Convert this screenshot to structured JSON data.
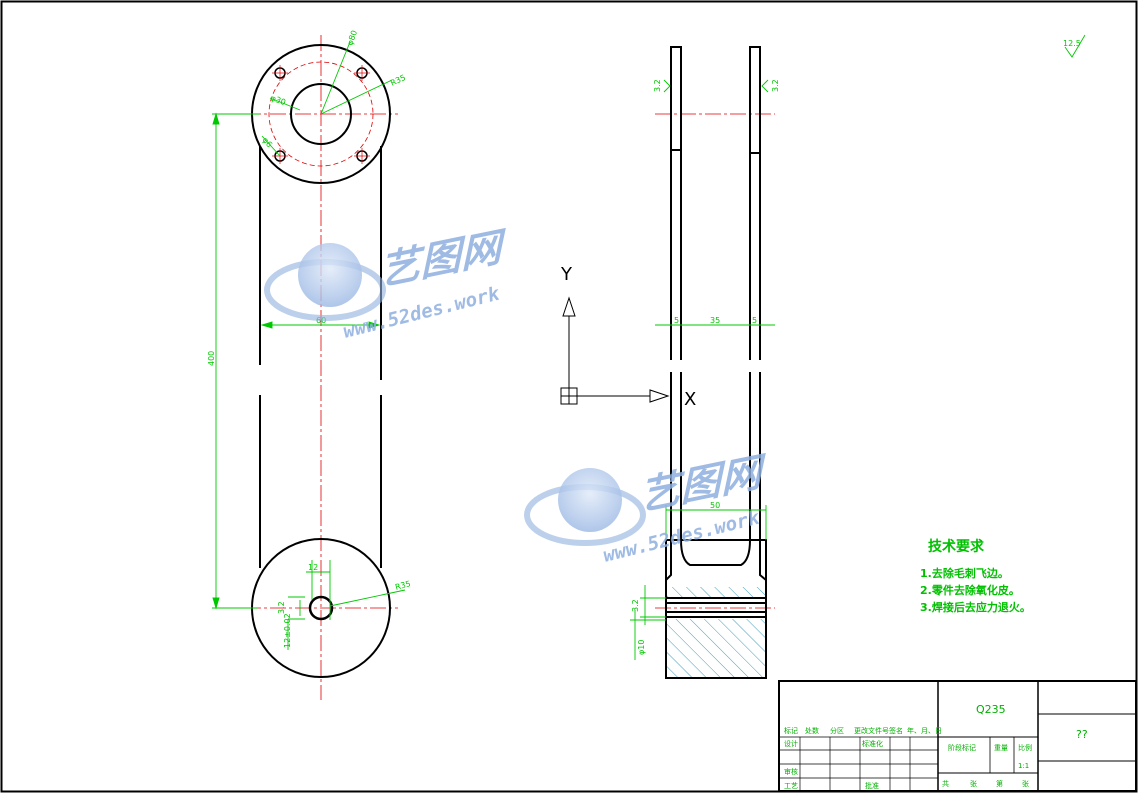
{
  "drawing": {
    "material": "Q235",
    "drawing_no": "??",
    "scale": "1:1"
  },
  "tech_requirements": {
    "title": "技术要求",
    "items": [
      "1.去除毛刺飞边。",
      "2.零件去除氧化皮。",
      "3.焊接后去应力退火。"
    ]
  },
  "dimensions": {
    "top_bolt_circle": "φ80",
    "top_radius": "R35",
    "top_hole": "φ30",
    "bolt_hole": "φ6",
    "length": "400",
    "width": "60",
    "bottom_radius": "R35",
    "bottom_hole": "12",
    "bottom_small": "3.2",
    "bottom_tol": "12±0.02",
    "side_thickness_left": "5",
    "side_gap": "35",
    "side_thickness_right": "5",
    "bottom_width": "50",
    "pin_dia": "φ10",
    "surface_roughness": "12.5",
    "roughness_a": "3.2",
    "roughness_b": "3.2",
    "roughness_c": "3.2"
  },
  "ucs": {
    "x_label": "X",
    "y_label": "Y"
  },
  "title_block": {
    "row_labels": [
      "标记",
      "处数",
      "分区",
      "更改文件号",
      "签名",
      "年、月、日"
    ],
    "designer": "设计",
    "standard": "标准化",
    "review": "审核",
    "process": "工艺",
    "approve": "批准",
    "stage_mark": "阶段标记",
    "weight": "重量",
    "scale_label": "比例",
    "total": "共",
    "sheet": "张",
    "page": "第",
    "page_unit": "张"
  },
  "watermark": {
    "brand": "艺图网",
    "url": "www.52des.work"
  },
  "colors": {
    "outline": "#000000",
    "dimension": "#00c800",
    "centerline": "#e00000",
    "hatch": "#40a0c0",
    "watermark": "#8fb0e0"
  }
}
